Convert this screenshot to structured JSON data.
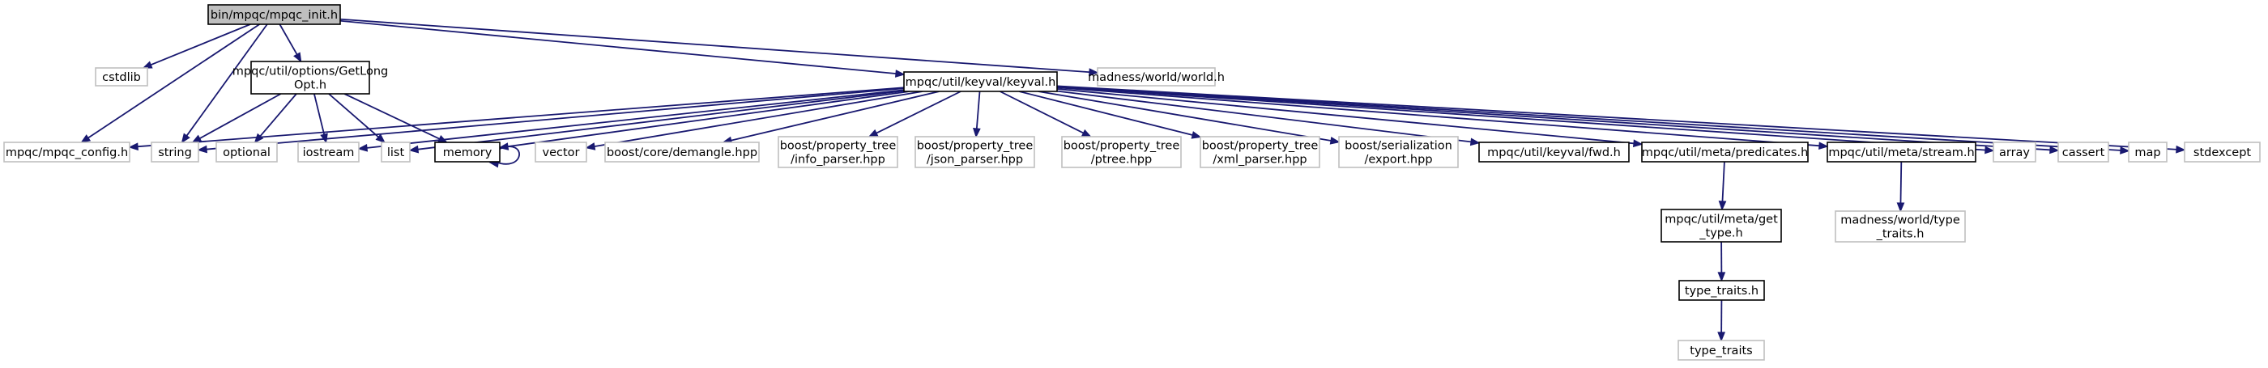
{
  "colors": {
    "edge": "#191970",
    "root_fill": "#bfbfbf",
    "root_border": "#000000",
    "documented_border": "#000000",
    "external_border": "#bfbfbf",
    "background": "#ffffff"
  },
  "nodes": [
    {
      "id": "root",
      "lines": [
        "bin/mpqc/mpqc_init.h"
      ],
      "kind": "root"
    },
    {
      "id": "cstdlib",
      "lines": [
        "cstdlib"
      ],
      "kind": "external"
    },
    {
      "id": "getlongopt",
      "lines": [
        "mpqc/util/options/GetLong",
        "Opt.h"
      ],
      "kind": "documented"
    },
    {
      "id": "keyval",
      "lines": [
        "mpqc/util/keyval/keyval.h"
      ],
      "kind": "documented"
    },
    {
      "id": "madness_world",
      "lines": [
        "madness/world/world.h"
      ],
      "kind": "external"
    },
    {
      "id": "mpqc_config",
      "lines": [
        "mpqc/mpqc_config.h"
      ],
      "kind": "external"
    },
    {
      "id": "string",
      "lines": [
        "string"
      ],
      "kind": "external"
    },
    {
      "id": "optional",
      "lines": [
        "optional"
      ],
      "kind": "external"
    },
    {
      "id": "iostream",
      "lines": [
        "iostream"
      ],
      "kind": "external"
    },
    {
      "id": "list",
      "lines": [
        "list"
      ],
      "kind": "external"
    },
    {
      "id": "memory",
      "lines": [
        "memory"
      ],
      "kind": "documented"
    },
    {
      "id": "vector",
      "lines": [
        "vector"
      ],
      "kind": "external"
    },
    {
      "id": "demangle",
      "lines": [
        "boost/core/demangle.hpp"
      ],
      "kind": "external"
    },
    {
      "id": "info_parser",
      "lines": [
        "boost/property_tree",
        "/info_parser.hpp"
      ],
      "kind": "external"
    },
    {
      "id": "json_parser",
      "lines": [
        "boost/property_tree",
        "/json_parser.hpp"
      ],
      "kind": "external"
    },
    {
      "id": "ptree",
      "lines": [
        "boost/property_tree",
        "/ptree.hpp"
      ],
      "kind": "external"
    },
    {
      "id": "xml_parser",
      "lines": [
        "boost/property_tree",
        "/xml_parser.hpp"
      ],
      "kind": "external"
    },
    {
      "id": "export",
      "lines": [
        "boost/serialization",
        "/export.hpp"
      ],
      "kind": "external"
    },
    {
      "id": "fwd",
      "lines": [
        "mpqc/util/keyval/fwd.h"
      ],
      "kind": "documented"
    },
    {
      "id": "predicates",
      "lines": [
        "mpqc/util/meta/predicates.h"
      ],
      "kind": "documented"
    },
    {
      "id": "stream",
      "lines": [
        "mpqc/util/meta/stream.h"
      ],
      "kind": "documented"
    },
    {
      "id": "array",
      "lines": [
        "array"
      ],
      "kind": "external"
    },
    {
      "id": "cassert",
      "lines": [
        "cassert"
      ],
      "kind": "external"
    },
    {
      "id": "map",
      "lines": [
        "map"
      ],
      "kind": "external"
    },
    {
      "id": "stdexcept",
      "lines": [
        "stdexcept"
      ],
      "kind": "external"
    },
    {
      "id": "get_type",
      "lines": [
        "mpqc/util/meta/get",
        "_type.h"
      ],
      "kind": "documented"
    },
    {
      "id": "madness_type_traits",
      "lines": [
        "madness/world/type",
        "_traits.h"
      ],
      "kind": "external"
    },
    {
      "id": "type_traits_h",
      "lines": [
        "type_traits.h"
      ],
      "kind": "documented"
    },
    {
      "id": "type_traits",
      "lines": [
        "type_traits"
      ],
      "kind": "external"
    }
  ],
  "edges": [
    [
      "root",
      "cstdlib"
    ],
    [
      "root",
      "getlongopt"
    ],
    [
      "root",
      "keyval"
    ],
    [
      "root",
      "madness_world"
    ],
    [
      "root",
      "mpqc_config"
    ],
    [
      "root",
      "string"
    ],
    [
      "getlongopt",
      "string"
    ],
    [
      "getlongopt",
      "optional"
    ],
    [
      "getlongopt",
      "iostream"
    ],
    [
      "getlongopt",
      "list"
    ],
    [
      "getlongopt",
      "memory"
    ],
    [
      "keyval",
      "mpqc_config"
    ],
    [
      "keyval",
      "string"
    ],
    [
      "keyval",
      "iostream"
    ],
    [
      "keyval",
      "list"
    ],
    [
      "keyval",
      "memory"
    ],
    [
      "keyval",
      "vector"
    ],
    [
      "keyval",
      "demangle"
    ],
    [
      "keyval",
      "info_parser"
    ],
    [
      "keyval",
      "json_parser"
    ],
    [
      "keyval",
      "ptree"
    ],
    [
      "keyval",
      "xml_parser"
    ],
    [
      "keyval",
      "export"
    ],
    [
      "keyval",
      "fwd"
    ],
    [
      "keyval",
      "predicates"
    ],
    [
      "keyval",
      "stream"
    ],
    [
      "keyval",
      "array"
    ],
    [
      "keyval",
      "cassert"
    ],
    [
      "keyval",
      "map"
    ],
    [
      "keyval",
      "stdexcept"
    ],
    [
      "memory",
      "memory"
    ],
    [
      "predicates",
      "get_type"
    ],
    [
      "get_type",
      "type_traits_h"
    ],
    [
      "type_traits_h",
      "type_traits"
    ],
    [
      "stream",
      "madness_type_traits"
    ]
  ]
}
